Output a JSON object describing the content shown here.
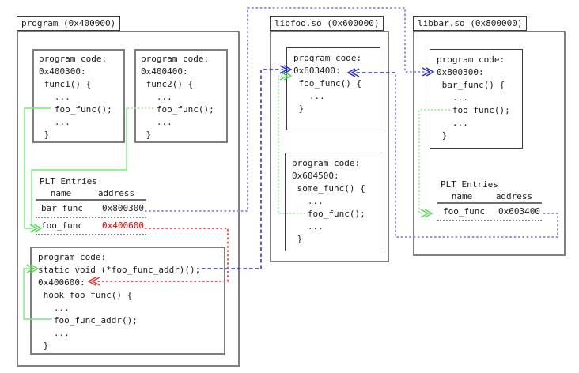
{
  "colors": {
    "green_line": "#7ce87c",
    "lilac_line": "#9292ef",
    "blue_line": "#2a2ad0",
    "red_line": "#f25555",
    "red_address_text": "#e80000",
    "box_border": "#7e7e7e"
  },
  "modules": {
    "program": {
      "title": "program (0x400000)",
      "func1": {
        "lines": [
          "program code:",
          "0x400300:",
          " func1() {",
          "   ...",
          "   foo_func();",
          "   ...",
          " }"
        ]
      },
      "func2": {
        "lines": [
          "program code:",
          "0x400400:",
          " func2() {",
          "   ...",
          "   foo_func();",
          "   ...",
          " }"
        ]
      },
      "plt": {
        "title": "PLT Entries",
        "col_name": "name",
        "col_address": "address",
        "rows": [
          {
            "name": "bar_func",
            "address": "0x800300"
          },
          {
            "name": "foo_func",
            "address": "0x400600"
          }
        ]
      },
      "hook": {
        "lines": [
          "program code:",
          "static void (*foo_func_addr)();",
          "0x400600:",
          " hook_foo_func() {",
          "   ...",
          "   foo_func_addr();",
          "   ...",
          " }"
        ]
      }
    },
    "libfoo": {
      "title": "libfoo.so (0x600000)",
      "foo_func": {
        "lines": [
          "program code:",
          "0x603400:",
          " foo_func() {",
          "   ...",
          " }"
        ]
      },
      "some_func": {
        "lines": [
          "program code:",
          "0x604500:",
          " some_func() {",
          "   ...",
          "   foo_func();",
          "   ...",
          " }"
        ]
      }
    },
    "libbar": {
      "title": "libbar.so (0x800000)",
      "bar_func": {
        "lines": [
          "program code:",
          "0x800300:",
          " bar_func() {",
          "   ...",
          "   foo_func();",
          "   ...",
          " }"
        ]
      },
      "plt": {
        "title": "PLT Entries",
        "col_name": "name",
        "col_address": "address",
        "rows": [
          {
            "name": "foo_func",
            "address": "0x603400"
          }
        ]
      }
    }
  },
  "connections": [
    {
      "from": "func1 foo_func() call",
      "to": "program PLT foo_func entry",
      "style": "green"
    },
    {
      "from": "func2 foo_func() call",
      "to": "program PLT foo_func entry",
      "style": "green"
    },
    {
      "from": "hook foo_func_addr() call",
      "to": "static void (*foo_func_addr)()",
      "style": "green"
    },
    {
      "from": "some_func foo_func() call",
      "to": "libfoo 0x603400",
      "style": "green-dotted"
    },
    {
      "from": "bar_func foo_func() call",
      "to": "libbar PLT foo_func entry",
      "style": "green-dotted"
    },
    {
      "from": "program PLT bar_func 0x800300",
      "to": "libbar 0x800300",
      "style": "lilac-dotted"
    },
    {
      "from": "libbar PLT foo_func 0x603400",
      "to": "libfoo 0x603400",
      "style": "lilac-dotted"
    },
    {
      "from": "static void (*foo_func_addr)()",
      "to": "libfoo 0x603400",
      "style": "blue-dashed"
    },
    {
      "from": "program PLT foo_func 0x400600",
      "to": "hook 0x400600",
      "style": "red-dotted"
    }
  ]
}
